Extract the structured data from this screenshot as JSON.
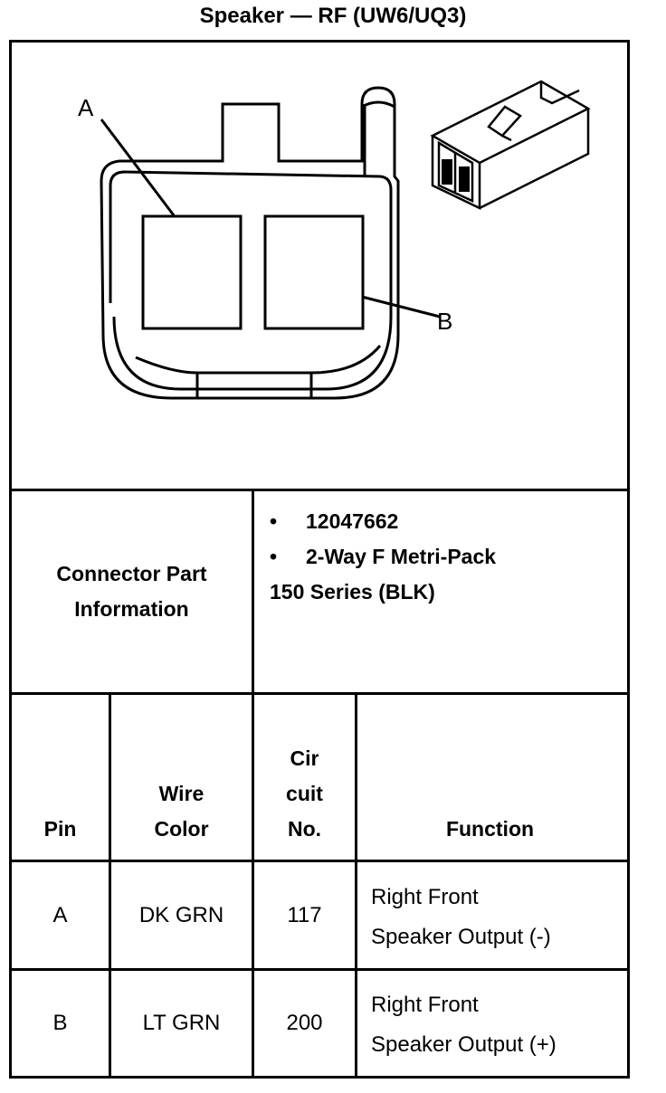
{
  "title": "Speaker — RF (UW6/UQ3)",
  "diagram": {
    "label_a": "A",
    "label_b": "B"
  },
  "connector_info": {
    "label_line1": "Connector Part",
    "label_line2": "Information",
    "bullets": [
      "12047662",
      "2-Way F Metri-Pack"
    ],
    "continuation": "150 Series (BLK)"
  },
  "pin_table": {
    "headers": {
      "pin": "Pin",
      "wire_color_line1": "Wire",
      "wire_color_line2": "Color",
      "circuit_line1": "Cir",
      "circuit_line2": "cuit",
      "circuit_line3": "No.",
      "function": "Function"
    },
    "rows": [
      {
        "pin": "A",
        "wire_color": "DK GRN",
        "circuit": "117",
        "function_line1": "Right Front",
        "function_line2": "Speaker Output (-)"
      },
      {
        "pin": "B",
        "wire_color": "LT GRN",
        "circuit": "200",
        "function_line1": "Right Front",
        "function_line2": "Speaker Output (+)"
      }
    ]
  }
}
